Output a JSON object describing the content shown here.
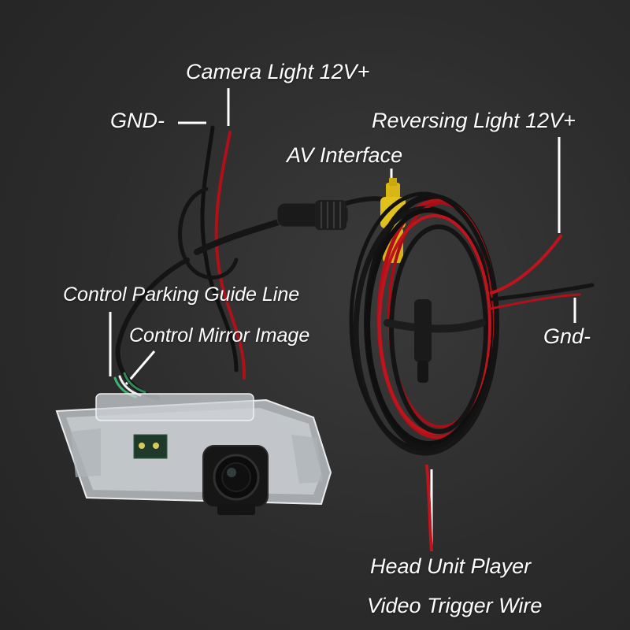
{
  "labels": {
    "camera_light": "Camera Light 12V+",
    "gnd": "GND-",
    "reversing_light": "Reversing Light 12V+",
    "av_interface": "AV Interface",
    "parking_guide": "Control Parking Guide Line",
    "mirror_image": "Control Mirror Image",
    "gnd_right": "Gnd-",
    "head_unit": "Head Unit Player",
    "video_trigger": "Video Trigger Wire"
  },
  "colors": {
    "background": "#2f2f2f",
    "wire_red": "#c0141c",
    "wire_black": "#121212",
    "rca_yellow": "#e0c21a",
    "label_text": "#ffffff"
  }
}
